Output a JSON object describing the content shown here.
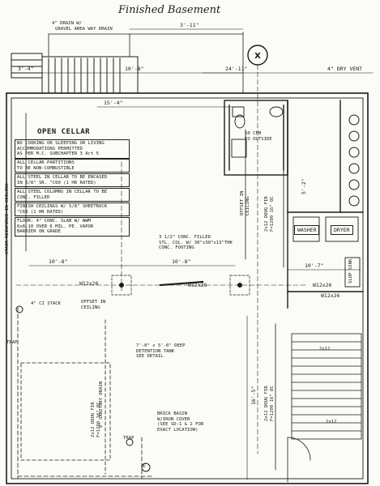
{
  "title": "Finished Basement",
  "symbols": {
    "column_marker": "X"
  },
  "labels": {
    "drain": "4\" DRAIN W/",
    "drain2": "GRAVEL AREA WAY DRAIN",
    "dim_top": "3'-11\"",
    "dim_a": "3'-4\"",
    "dim_b": "10'-8\"",
    "dim_c": "24'-11\"",
    "dim_d": "15'-4\"",
    "dim_e": "4\" DRY VENT",
    "dim_f": "10'-8\"",
    "dim_g": "10'-8\"",
    "dim_h": "10'-7\"",
    "dim_i": "16'-5\"",
    "dim_j": "5'-2\""
  },
  "open_cellar": {
    "heading": "OPEN CELLAR",
    "notes": [
      "NO COOKING OR SLEEPING OR LIVING\nACCOMMODATIONS PERMITTED\nAS PER M.C. SUBCHAPTER 3 Art 5",
      "ALL CELLAR PARTITIONS\nTO BE NON-COMBUSTIBLE",
      "ALL STEEL IN CELLAR TO BE ENCASED\nIN 5/8\" SR. \"C60 (1 HR RATED)",
      "ALL STEEL COLUMNS IN CELLAR TO BE\nCONC. FILLED",
      "FINISH CEILINGS W/ 5/8\" SHEETROCK\n\"C60 (1 HR RATED)",
      "FLOOR: 4\" CONC. SLAB W/ WWM\n6x6-10 OVER 6 MIL. PE. VAPOR\nBARRIER ON GRADE"
    ]
  },
  "annotations": {
    "fan": "50 CFM\nTO OUTSIDE",
    "column_note": "3 1/2\" CONC. FILLED\nSTL. COL. W/ 30\"x30\"x13\"THK\nCONC. FOOTING",
    "beam1": "W12x26",
    "beam2": "W12x26",
    "beam3": "W12x26",
    "beam4": "W12x26",
    "stack": "4\" CI STACK",
    "offset": "OFFSET IN\nCEILING",
    "tank": "7'-0\" x 5'-0\" DEEP\nDETENTION TANK\nSEE DETAIL",
    "sanitary": "8\" SANITARY DRAIN",
    "trap1": "TRAP",
    "trap2": "TRAP",
    "basin": "BRICK BASIN\nW/IRON COVER\n(SEE SD-1 & 2 FOR\nEXACT LOCATION)",
    "joist1": "2x12 DOUG FIR\nF=1200 16\" OC",
    "joist2": "2x12 DOUG FIR\nF=1200 16\" OC",
    "joist3": "2x12 DOUG FIR\nF=1200 16\" OC",
    "stair_label": "STAIR REINFORCE IN CEILING",
    "offset_ceiling": "OFFSET IN\nCEILING",
    "washer": "WASHER",
    "dryer": "DRYER",
    "sink": "SLOP SINK",
    "lintel": "2x12",
    "lintel2": "2x12",
    "col_marker": "E"
  }
}
